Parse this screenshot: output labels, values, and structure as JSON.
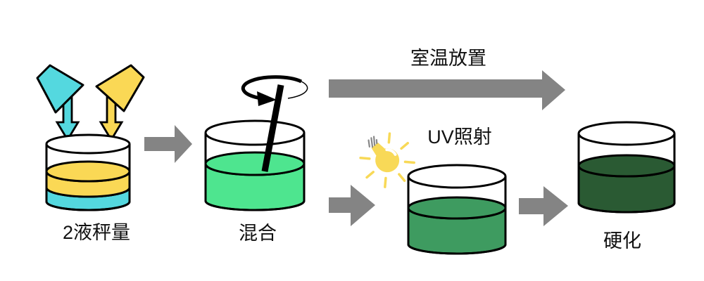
{
  "labels": {
    "weighing": "2液秤量",
    "mixing": "混合",
    "room_temp_path": "室温放置",
    "uv_path": "UV照射",
    "cured": "硬化"
  },
  "colors": {
    "liquid_a": "#54D8DF",
    "liquid_b": "#FAD855",
    "mixed_liquid": "#4EE58F",
    "uv_liquid": "#3E9B60",
    "cured_liquid": "#2A5A33",
    "arrow_gray": "#848484",
    "bulb_yellow": "#F8D957",
    "outline": "#000000",
    "label_text": "#111111",
    "background": "#FFFFFF"
  },
  "icons": [
    "liquid-a-drop-icon",
    "liquid-b-drop-icon",
    "pour-arrow-a-icon",
    "pour-arrow-b-icon",
    "rotation-arrow-icon",
    "stir-rod-icon",
    "lightbulb-icon",
    "flow-arrow-icon"
  ]
}
